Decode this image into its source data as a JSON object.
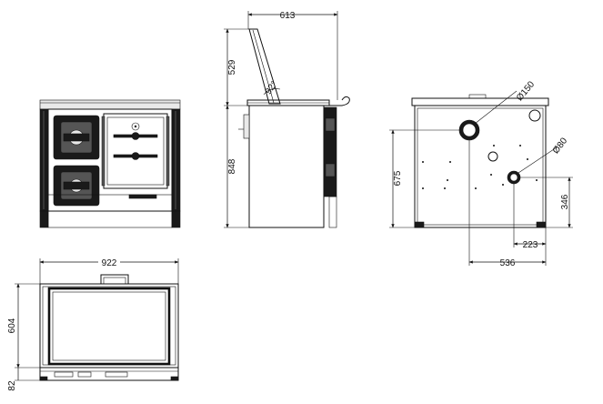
{
  "dimensions": {
    "overall_depth": "613",
    "top_height": "529",
    "lid_angle": "92°",
    "front_height": "848",
    "flue_center_height": "675",
    "flue_diameter": "Ø150",
    "air_inlet_diameter": "Ø80",
    "air_inlet_height": "346",
    "air_inlet_offset": "223",
    "flue_offset": "536",
    "width": "922",
    "top_depth": "604",
    "rail_depth": "82"
  }
}
